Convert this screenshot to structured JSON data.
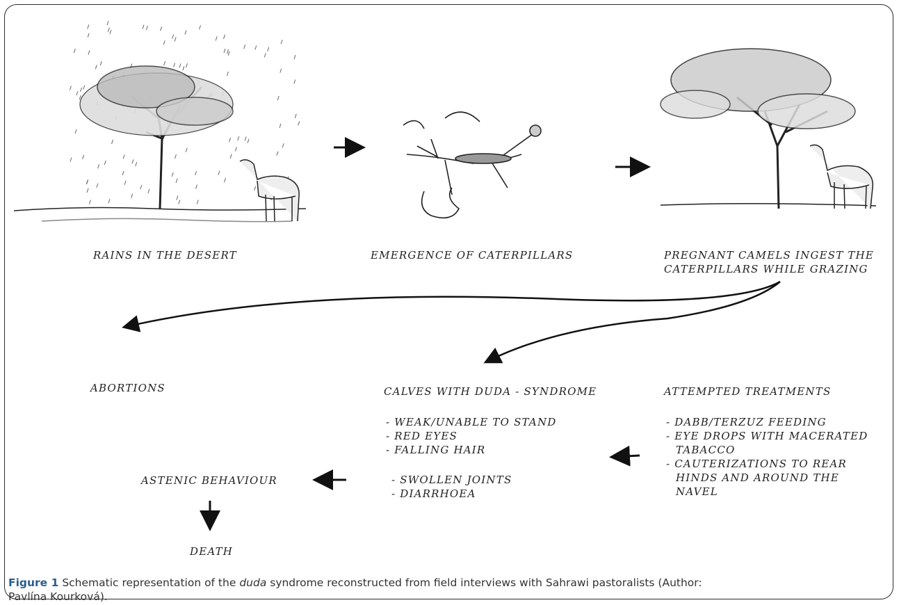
{
  "stages": {
    "rains": "RAINS IN THE DESERT",
    "emergence": "EMERGENCE OF CATERPILLARS",
    "ingest_1": "PREGNANT CAMELS INGEST THE",
    "ingest_2": "CATERPILLARS WHILE GRAZING"
  },
  "outcomes": {
    "abortions": "ABORTIONS",
    "calves": "CALVES WITH DUDA - SYNDROME",
    "symptoms": [
      "- WEAK/UNABLE TO STAND",
      "- RED EYES",
      "- FALLING HAIR",
      "- SWOLLEN JOINTS",
      "- DIARRHOEA"
    ],
    "treatments_title": "ATTEMPTED TREATMENTS",
    "treatments": [
      "- DABB/TERZUZ FEEDING",
      "- EYE DROPS WITH MACERATED",
      "TABACCO",
      "- CAUTERIZATIONS TO REAR",
      "HINDS AND AROUND THE",
      "NAVEL"
    ],
    "astenic": "ASTENIC BEHAVIOUR",
    "death": "DEATH"
  },
  "caption": {
    "label": "Figure 1",
    "part1": "Schematic representation of the ",
    "italic": "duda",
    "part2": " syndrome reconstructed from field interviews with Sahrawi pastoralists (Author:",
    "part3": "Pavlína Kourková)."
  }
}
